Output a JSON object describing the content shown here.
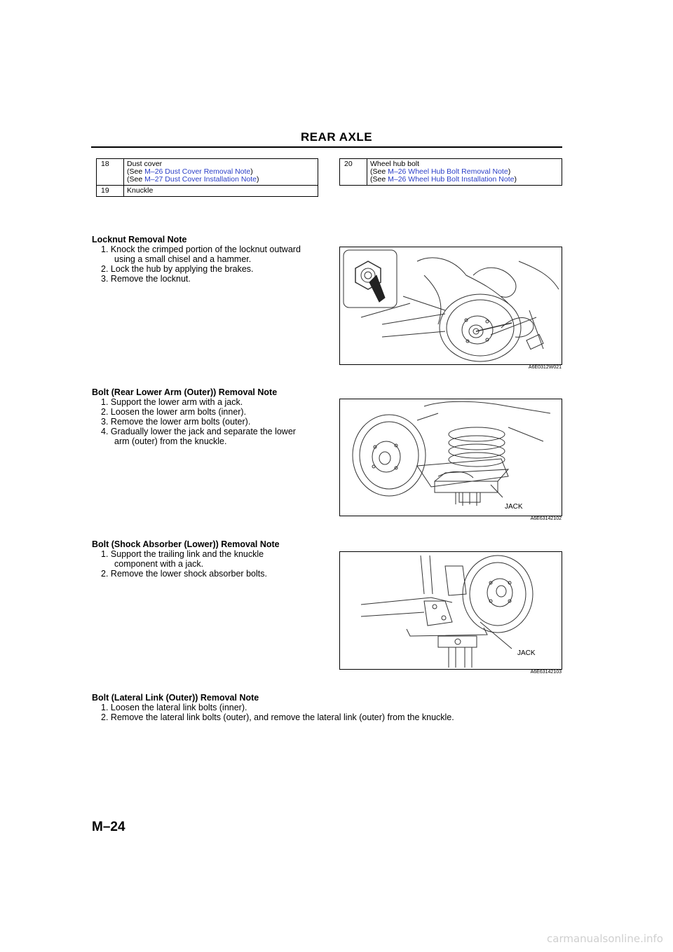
{
  "header": {
    "title": "REAR AXLE"
  },
  "parts_left": [
    {
      "num": "18",
      "name": "Dust cover",
      "refs": [
        {
          "pre": "(See ",
          "link": "M–26 Dust Cover Removal Note",
          "post": ")"
        },
        {
          "pre": "(See ",
          "link": "M–27 Dust Cover Installation Note",
          "post": ")"
        }
      ]
    },
    {
      "num": "19",
      "name": "Knuckle",
      "refs": []
    }
  ],
  "parts_right": [
    {
      "num": "20",
      "name": "Wheel hub bolt",
      "refs": [
        {
          "pre": "(See ",
          "link": "M–26 Wheel Hub Bolt Removal Note",
          "post": ")"
        },
        {
          "pre": "(See ",
          "link": "M–26 Wheel Hub Bolt Installation Note",
          "post": ")"
        }
      ]
    }
  ],
  "sections": [
    {
      "heading": "Locknut Removal Note",
      "steps": [
        {
          "n": "1.",
          "text": "Knock the crimped portion of the locknut outward",
          "cont": "using a small chisel and a hammer."
        },
        {
          "n": "2.",
          "text": "Lock the hub by applying the brakes."
        },
        {
          "n": "3.",
          "text": "Remove the locknut."
        }
      ],
      "figure_code": "A6E0312W021"
    },
    {
      "heading": "Bolt (Rear Lower Arm (Outer)) Removal Note",
      "steps": [
        {
          "n": "1.",
          "text": "Support the lower arm with a jack."
        },
        {
          "n": "2.",
          "text": "Loosen the lower arm bolts (inner)."
        },
        {
          "n": "3.",
          "text": "Remove the lower arm bolts (outer)."
        },
        {
          "n": "4.",
          "text": "Gradually lower the jack and separate the lower",
          "cont": "arm (outer) from the knuckle."
        }
      ],
      "figure_code": "A6E63142102",
      "figure_label": "JACK"
    },
    {
      "heading": "Bolt (Shock Absorber (Lower)) Removal Note",
      "steps": [
        {
          "n": "1.",
          "text": "Support the trailing link and the knuckle",
          "cont": "component with a jack."
        },
        {
          "n": "2.",
          "text": "Remove the lower shock absorber bolts."
        }
      ],
      "figure_code": "A6E63142103",
      "figure_label": "JACK"
    },
    {
      "heading": "Bolt (Lateral Link (Outer)) Removal Note",
      "steps": [
        {
          "n": "1.",
          "text": "Loosen the lateral link bolts (inner)."
        },
        {
          "n": "2.",
          "text": "Remove the lateral link bolts (outer), and remove the lateral link (outer) from the knuckle."
        }
      ]
    }
  ],
  "footer": {
    "page_number": "M–24",
    "watermark": "carmanualsonline.info"
  }
}
